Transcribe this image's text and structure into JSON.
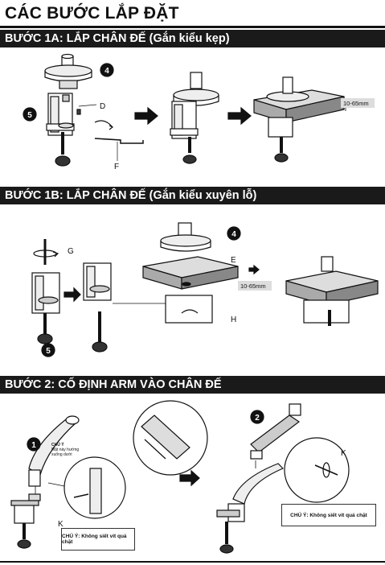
{
  "title": "CÁC BƯỚC LẮP ĐẶT",
  "step1a": {
    "heading": "BƯỚC 1A: LẮP CHÂN ĐẾ (Gắn kiểu kẹp)",
    "label_4": "4",
    "label_5": "5",
    "label_d": "D",
    "label_f": "F",
    "dimension": "10-65mm"
  },
  "step1b": {
    "heading": "BƯỚC 1B: LẮP CHÂN ĐẾ (Gắn kiểu xuyên lỗ)",
    "label_g": "G",
    "label_4": "4",
    "label_e": "E",
    "label_h": "H",
    "label_5": "5",
    "dimension": "10-65mm"
  },
  "step2": {
    "heading": "BƯỚC 2: CỐ ĐỊNH ARM VÀO CHÂN ĐẾ",
    "label_1": "1",
    "label_2": "2",
    "label_k_left": "K",
    "label_k_right": "K",
    "note_title": "CHÚ Ý",
    "note_line1": "Mặt này hướng",
    "note_line2": "xuống dưới",
    "note_left": "CHÚ Ý: Không siết vít quá chặt",
    "note_right": "CHÚ Ý: Không siết vít quá chặt"
  }
}
